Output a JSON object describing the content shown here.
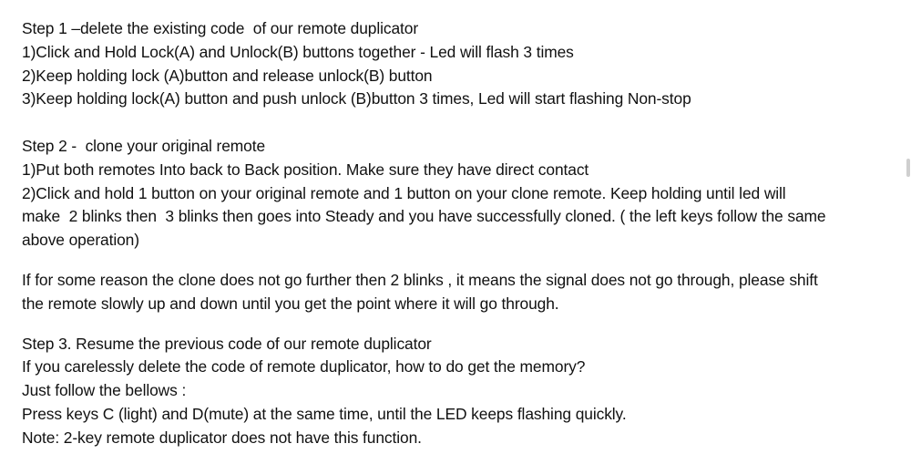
{
  "step1": {
    "title": "Step 1 –delete the existing code  of our remote duplicator",
    "lines": [
      "1)Click and Hold Lock(A) and Unlock(B) buttons together - Led will flash 3 times",
      "2)Keep holding lock (A)button and release unlock(B) button",
      "3)Keep holding lock(A) button and push unlock (B)button 3 times, Led will start flashing Non-stop"
    ]
  },
  "step2": {
    "title": "Step 2 -  clone your original remote",
    "line1": "1)Put both remotes Into back to Back position. Make sure they have direct contact",
    "line2a": "2)Click and hold 1 button on your original remote and 1 button on your clone remote. Keep holding until led will",
    "line2b": "make  2 blinks then  3 blinks then goes into Steady and you have successfully cloned. ( the left keys follow the same",
    "line2c": "above operation)"
  },
  "note": {
    "line1": "If for some reason the clone does not go further then 2 blinks , it means the signal does not go through, please shift",
    "line2": "the remote slowly up and down until you get the point where it will go through."
  },
  "step3": {
    "title": "Step 3. Resume the previous code of our remote duplicator",
    "lines": [
      "If you carelessly delete the code of remote duplicator, how to do get the memory?",
      "Just follow the bellows :",
      "Press keys C (light) and D(mute) at the same time, until the LED keeps flashing quickly.",
      "Note: 2-key remote duplicator does not have this function."
    ]
  }
}
